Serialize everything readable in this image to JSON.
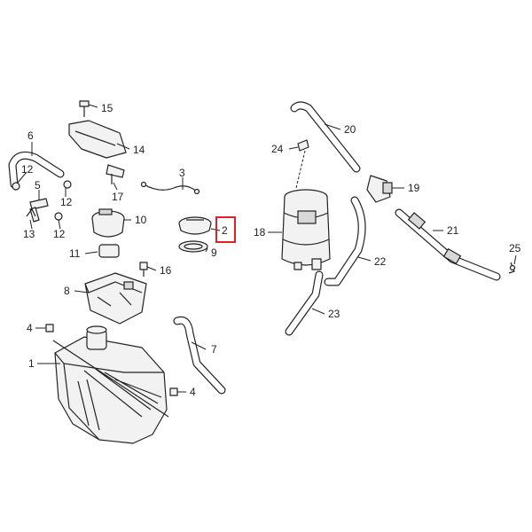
{
  "diagram": {
    "highlight_color": "#e0202a",
    "highlighted_callout": "2",
    "callouts": {
      "c1": "1",
      "c2": "2",
      "c3": "3",
      "c4a": "4",
      "c4b": "4",
      "c5": "5",
      "c6": "6",
      "c7": "7",
      "c8": "8",
      "c9": "9",
      "c10": "10",
      "c11": "11",
      "c12a": "12",
      "c12b": "12",
      "c12c": "12",
      "c13": "13",
      "c14": "14",
      "c15": "15",
      "c16": "16",
      "c17": "17",
      "c18": "18",
      "c19": "19",
      "c20": "20",
      "c21": "21",
      "c22": "22",
      "c23": "23",
      "c24": "24",
      "c25": "25"
    }
  }
}
